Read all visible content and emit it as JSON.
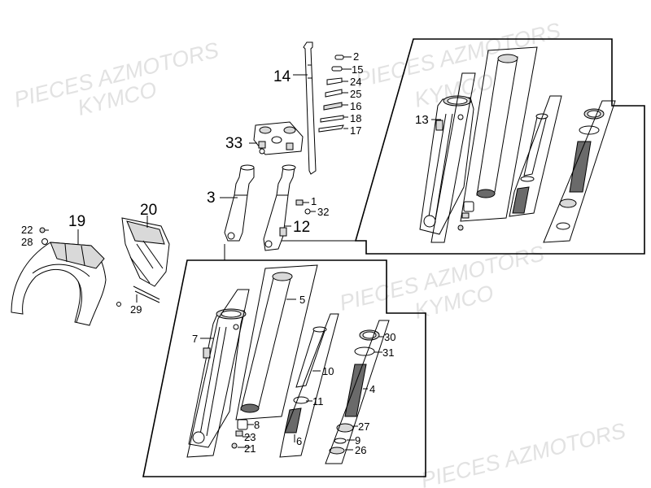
{
  "watermark": {
    "line1": "PIECES AZMOTORS",
    "line2": "KYMCO"
  },
  "part_numbers": {
    "p1": "1",
    "p2": "2",
    "p3": "3",
    "p4": "4",
    "p5": "5",
    "p6": "6",
    "p7": "7",
    "p8": "8",
    "p9": "9",
    "p10": "10",
    "p11": "11",
    "p12": "12",
    "p13": "13",
    "p14": "14",
    "p15": "15",
    "p16": "16",
    "p17": "17",
    "p18": "18",
    "p19": "19",
    "p20": "20",
    "p21": "21",
    "p22": "22",
    "p23": "23",
    "p24": "24",
    "p25": "25",
    "p26": "26",
    "p27": "27",
    "p28": "28",
    "p29": "29",
    "p30": "30",
    "p31": "31",
    "p32": "32",
    "p33": "33"
  },
  "colors": {
    "line": "#000000",
    "watermark": "#e2e2e2",
    "background": "#ffffff"
  }
}
